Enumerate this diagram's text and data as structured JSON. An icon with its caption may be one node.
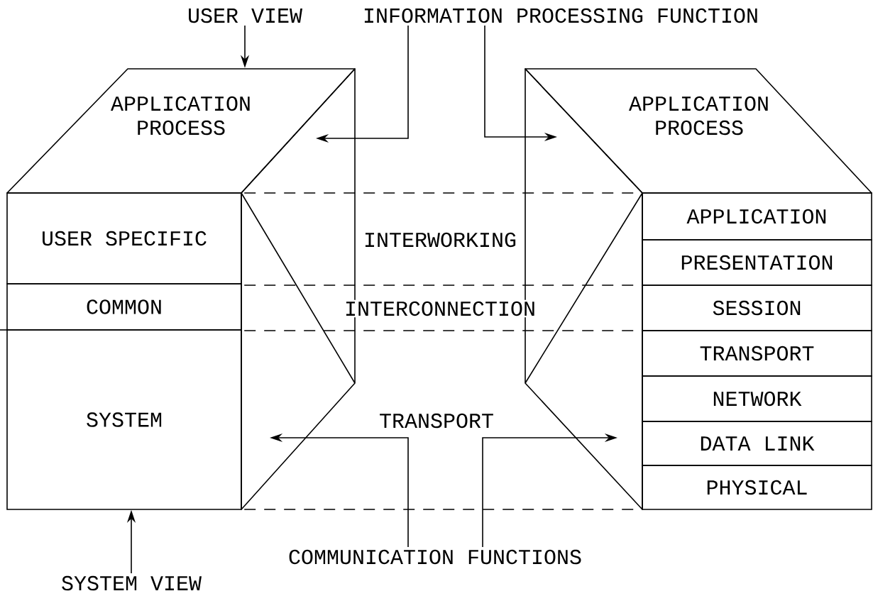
{
  "diagram": {
    "nodes": [
      {
        "text": [
          "USER VIEW"
        ]
      },
      {
        "text": [
          "INFORMATION PROCESSING FUNCTION"
        ]
      },
      {
        "text": [
          "APPLICATION PROCESS"
        ]
      },
      {
        "text": [],
        "shape": "box"
      },
      {
        "text": [
          "USER SPECIFIC"
        ]
      },
      {
        "text": [
          "COMMON"
        ]
      },
      {
        "text": [
          "SYSTEM"
        ]
      },
      {
        "text": [],
        "shape": "box"
      },
      {
        "text": [
          "APPLICATION PROCESS"
        ]
      },
      {
        "text": [
          "APPLICATION"
        ]
      },
      {
        "text": [
          "PRESENTATION"
        ]
      },
      {
        "text": [
          "SESSION"
        ]
      },
      {
        "text": [
          "TRANSPORT"
        ]
      },
      {
        "text": [
          "NETWORK"
        ]
      },
      {
        "text": [
          "DATA LINK"
        ]
      },
      {
        "text": [
          "PHYSICAL"
        ]
      },
      {
        "text": [
          "COMMUNICATION FUNCTIONS"
        ]
      },
      {
        "text": [
          "SYSTEM VIEW"
        ]
      }
    ],
    "edges": [
      {
        "from": 0,
        "to": 2,
        "arrow": "to"
      },
      {
        "from": 1,
        "to": 3,
        "arrow": "to"
      },
      {
        "from": 1,
        "to": 7,
        "arrow": "to"
      },
      {
        "from": 16,
        "to": 3,
        "arrow": "to"
      },
      {
        "from": 16,
        "to": 7,
        "arrow": "to"
      },
      {
        "from": 17,
        "to": 6,
        "arrow": "to"
      },
      {
        "from": 3,
        "to": 7,
        "arrow": "none",
        "style": "dashed"
      },
      {
        "from": 3,
        "to": 7,
        "arrow": "none",
        "style": "dashed"
      },
      {
        "from": 3,
        "to": 7,
        "arrow": "none",
        "style": "dashed"
      },
      {
        "from": 3,
        "to": 7,
        "arrow": "none",
        "style": "dashed"
      }
    ],
    "labels": [
      "INTERWORKING",
      "INTERCONNECTION",
      "TRANSPORT"
    ]
  }
}
